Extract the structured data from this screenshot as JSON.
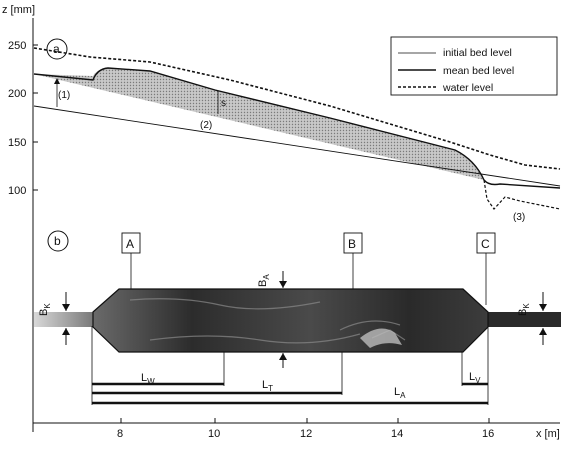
{
  "figure": {
    "y_axis_label": "z [mm]",
    "x_axis_label": "x [m]",
    "y_ticks": [
      "250",
      "200",
      "150",
      "100"
    ],
    "x_ticks": [
      "8",
      "10",
      "12",
      "14",
      "16"
    ],
    "panel_a": {
      "label": "a",
      "legend": [
        {
          "label": "initial bed level",
          "style": "solid-thin"
        },
        {
          "label": "mean bed level",
          "style": "solid"
        },
        {
          "label": "water level",
          "style": "dashed"
        }
      ],
      "annotations": {
        "one": "(1)",
        "two": "(2)",
        "three": "(3)",
        "s": "s"
      }
    },
    "panel_b": {
      "label": "b",
      "boxes": {
        "a": "A",
        "b": "B",
        "c": "C"
      },
      "dims": {
        "bk_left_main": "B",
        "bk_left_sub": "K",
        "bk_right_main": "B",
        "bk_right_sub": "K",
        "ba_main": "B",
        "ba_sub": "A",
        "lw_main": "L",
        "lw_sub": "W",
        "lt_main": "L",
        "lt_sub": "T",
        "la_main": "L",
        "la_sub": "A",
        "lv_main": "L",
        "lv_sub": "V"
      }
    },
    "colors": {
      "ink": "#111111",
      "deposit": "#b8b8b8",
      "channel": "#3a3a3a"
    }
  }
}
